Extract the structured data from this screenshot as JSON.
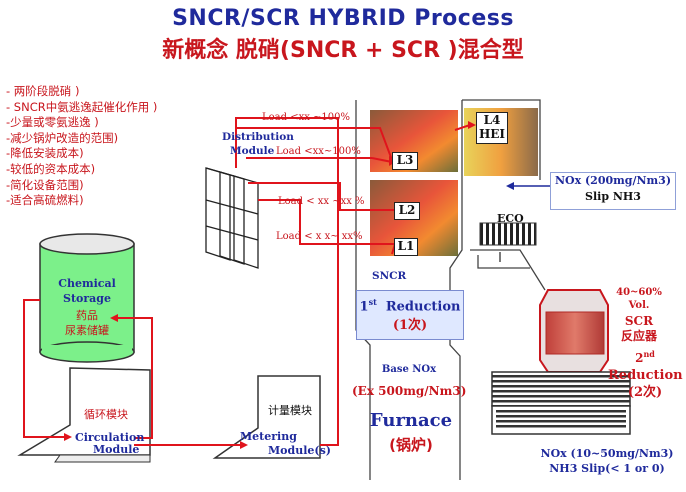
{
  "title_en": "SNCR/SCR HYBRID Process",
  "title_cn": "新概念 脱硝(SNCR + SCR )混合型",
  "bullets": [
    "- 两阶段脱硝 )",
    "- SNCR中氨逃逸起催化作用 )",
    "-少量或零氨逃逸 )",
    "-减少锅炉改造的范围)",
    "-降低安装成本)",
    "-较低的资本成本)",
    "-简化设备范围)",
    "-适合高硫燃料)"
  ],
  "storage": {
    "en_line1": "Chemical",
    "en_line2": "Storage",
    "cn_line1": "药品",
    "cn_line2": "尿素储罐"
  },
  "circulation": {
    "cn": "循环模块",
    "en_line1": "Circulation",
    "en_line2": "Module"
  },
  "metering": {
    "cn": "计量模块",
    "en_line1": "Metering",
    "en_line2": "Module(s)"
  },
  "distribution": {
    "line1": "Distribution",
    "line2": "Module"
  },
  "loads": {
    "l1": "Load <xx ~100%",
    "l2": "Load <xx~100%",
    "l3": "Load < xx ~xx %",
    "l4": "Load < x x~ xx%"
  },
  "levels": {
    "l3": "L3",
    "l2": "L2",
    "l1": "L1",
    "l4_line1": "L4",
    "l4_line2": "HEI"
  },
  "sncr_label": "SNCR",
  "eco_label": "ECO",
  "reduction1": {
    "prefix": "1",
    "sup": "st",
    "text": "Reduction",
    "cn": "(1次)"
  },
  "base_nox": {
    "line1": "Base NOx",
    "line2": "(Ex  500mg/Nm3)"
  },
  "furnace": {
    "en": "Furnace",
    "cn": "(锅炉)"
  },
  "nox_in": {
    "line1": "NOx (200mg/Nm3)",
    "line2": "Slip NH3"
  },
  "scr": {
    "line1": "40~60%",
    "line2": "Vol.",
    "line3": "SCR",
    "line4": "反应器"
  },
  "reduction2": {
    "prefix": "2",
    "sup": "nd",
    "text": "Reduction",
    "cn": "(2次)"
  },
  "nox_out": {
    "line1": "NOx (10~50mg/Nm3)",
    "line2": "NH3 Slip(< 1 or  0)"
  },
  "colors": {
    "title_blue": "#1f2a9c",
    "red": "#c8161d",
    "tank_green": "#7cf08a"
  }
}
